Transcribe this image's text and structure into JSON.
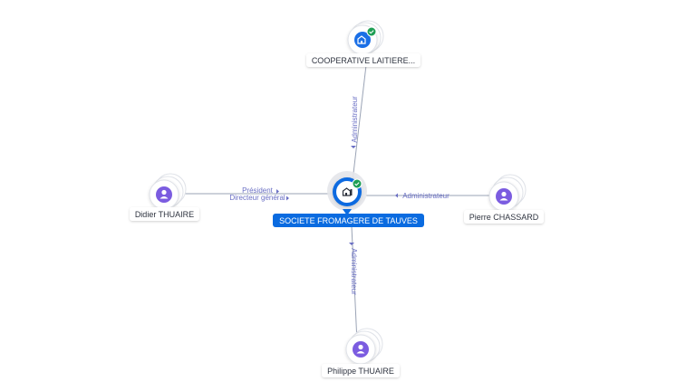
{
  "center": {
    "label": "SOCIETE FROMAGERE DE TAUVES",
    "icon": "company-icon",
    "badge": "verified-check-icon"
  },
  "nodes": {
    "top": {
      "label": "COOPERATIVE LAITIERE...",
      "icon": "company-icon",
      "badge": "verified-check-icon"
    },
    "left": {
      "label": "Didier THUAIRE",
      "icon": "person-icon"
    },
    "right": {
      "label": "Pierre CHASSARD",
      "icon": "person-icon"
    },
    "bottom": {
      "label": "Philippe THUAIRE",
      "icon": "person-icon"
    }
  },
  "edges": {
    "top": {
      "label": "Administrateur"
    },
    "left": {
      "label_1": "Président",
      "label_2": "Directeur général"
    },
    "right": {
      "label": "Administrateur"
    },
    "bottom": {
      "label": "Administrateur"
    }
  },
  "colors": {
    "company": "#1a6fe6",
    "person": "#7b5ce0",
    "verified": "#1e9e54",
    "edge": "#9aa3b5",
    "edge_label": "#6a6fc4",
    "center_label_bg": "#0a6be0"
  }
}
